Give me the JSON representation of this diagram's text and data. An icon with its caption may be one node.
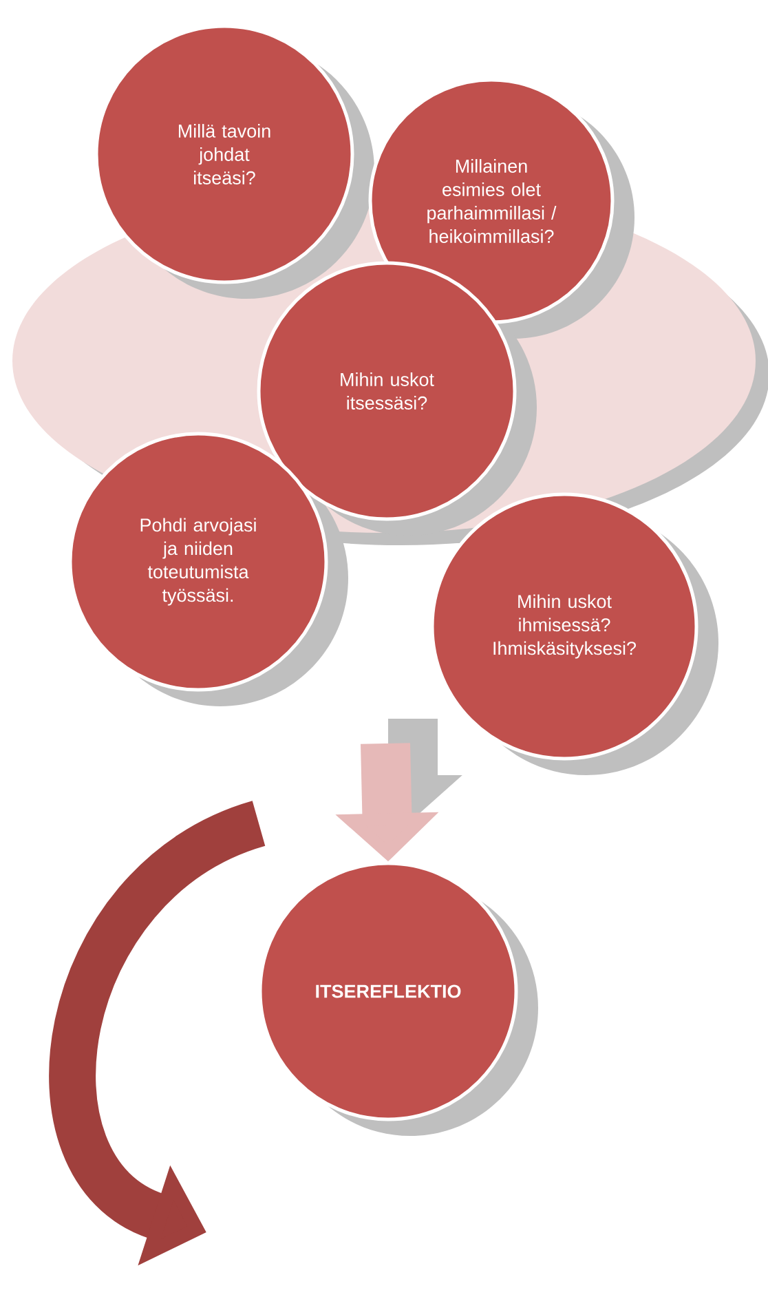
{
  "diagram": {
    "nodes": [
      {
        "text": [
          "Millä tavoin johdat itseäsi?"
        ]
      },
      {
        "text": [
          "Millainen esimies olet parhaimmillasi / heikoimmillasi?"
        ]
      },
      {
        "text": [
          "Mihin uskot itsessäsi?"
        ]
      },
      {
        "text": [
          "Pohdi arvojasi ja niiden toteutumista työssäsi."
        ]
      },
      {
        "text": [
          "Mihin uskot ihmisessä? Ihmiskäsityksesi?"
        ]
      },
      {
        "text": [
          "**ITSEREFLEKTIO**"
        ]
      }
    ],
    "edges": [
      {
        "from": null,
        "to": 5,
        "arrow": "to"
      }
    ]
  }
}
